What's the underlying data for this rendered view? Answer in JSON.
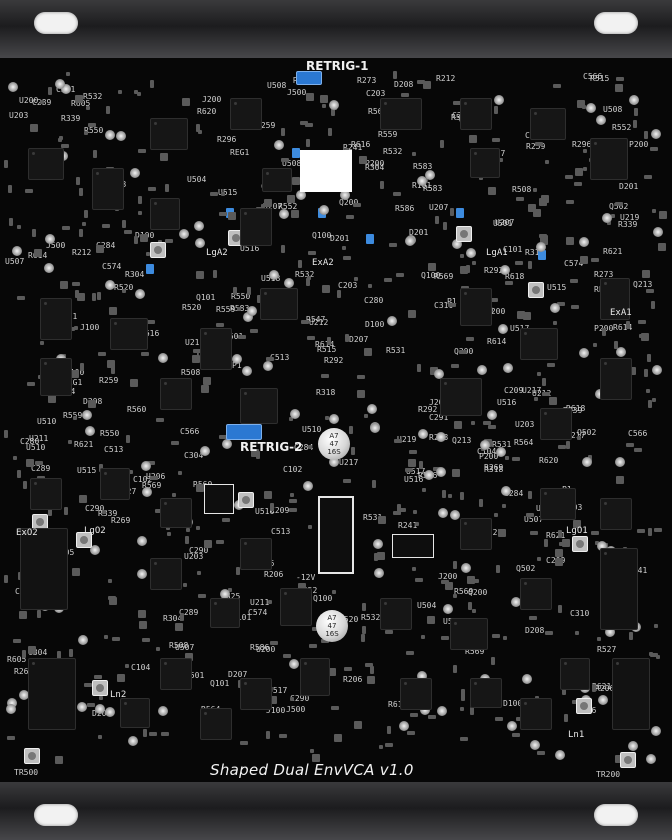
{
  "module": {
    "title": "Shaped Dual EnvVCA v1.0",
    "buttons": [
      "RETRIG-1",
      "RETRIG-2"
    ],
    "cap_label": [
      "A7",
      "47",
      "16S"
    ],
    "power_label": "-12V",
    "trimmers": [
      "LgA2",
      "LgA1",
      "ExA2",
      "ExA1",
      "LgO2",
      "LgO1",
      "ExO2",
      "Ln2",
      "Ln1"
    ],
    "test_points": [
      "TR500",
      "TR200"
    ],
    "designators": [
      "R569",
      "R564",
      "R532",
      "C574",
      "R552",
      "U516",
      "R616",
      "R614",
      "R618",
      "R621",
      "R620",
      "P200",
      "R339",
      "R318",
      "R269",
      "Q213",
      "R520",
      "U518",
      "R605",
      "R304",
      "U211",
      "C310",
      "U515",
      "R550",
      "U517",
      "U217",
      "Q502",
      "R273",
      "R241",
      "C203",
      "C209",
      "U525",
      "C513",
      "R583",
      "R586",
      "R531",
      "R508",
      "R560",
      "R515",
      "U510",
      "U501",
      "U504",
      "Q101",
      "R559",
      "R527",
      "U507",
      "U508",
      "R547",
      "C566",
      "Q200",
      "D201",
      "U207",
      "U206",
      "C304",
      "D208",
      "U219",
      "R292",
      "R296",
      "R212",
      "U212",
      "R203",
      "R259",
      "D207",
      "U203",
      "R206",
      "C104",
      "U200",
      "Q100",
      "D100",
      "C101",
      "C102",
      "R101",
      "REG1",
      "J100",
      "J200",
      "J500",
      "P1",
      "C289",
      "C290",
      "C291",
      "C280",
      "C284"
    ]
  }
}
